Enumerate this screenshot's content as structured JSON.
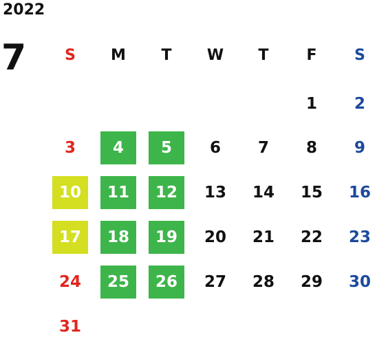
{
  "year": "2022",
  "month": "7",
  "weekdays": [
    "S",
    "M",
    "T",
    "W",
    "T",
    "F",
    "S"
  ],
  "colors": {
    "sunday": "#e0261f",
    "saturday": "#1c4a9c",
    "weekday": "#111111",
    "highlight_green": "#3db54a",
    "highlight_yellow": "#d4df21"
  },
  "weeks": [
    [
      null,
      null,
      null,
      null,
      null,
      {
        "d": "1"
      },
      {
        "d": "2"
      }
    ],
    [
      {
        "d": "3"
      },
      {
        "d": "4",
        "hl": "green"
      },
      {
        "d": "5",
        "hl": "green"
      },
      {
        "d": "6"
      },
      {
        "d": "7"
      },
      {
        "d": "8"
      },
      {
        "d": "9"
      }
    ],
    [
      {
        "d": "10",
        "hl": "yellow"
      },
      {
        "d": "11",
        "hl": "green"
      },
      {
        "d": "12",
        "hl": "green"
      },
      {
        "d": "13"
      },
      {
        "d": "14"
      },
      {
        "d": "15"
      },
      {
        "d": "16"
      }
    ],
    [
      {
        "d": "17",
        "hl": "yellow"
      },
      {
        "d": "18",
        "hl": "green"
      },
      {
        "d": "19",
        "hl": "green"
      },
      {
        "d": "20"
      },
      {
        "d": "21"
      },
      {
        "d": "22"
      },
      {
        "d": "23"
      }
    ],
    [
      {
        "d": "24"
      },
      {
        "d": "25",
        "hl": "green"
      },
      {
        "d": "26",
        "hl": "green"
      },
      {
        "d": "27"
      },
      {
        "d": "28"
      },
      {
        "d": "29"
      },
      {
        "d": "30"
      }
    ],
    [
      {
        "d": "31"
      },
      null,
      null,
      null,
      null,
      null,
      null
    ]
  ]
}
